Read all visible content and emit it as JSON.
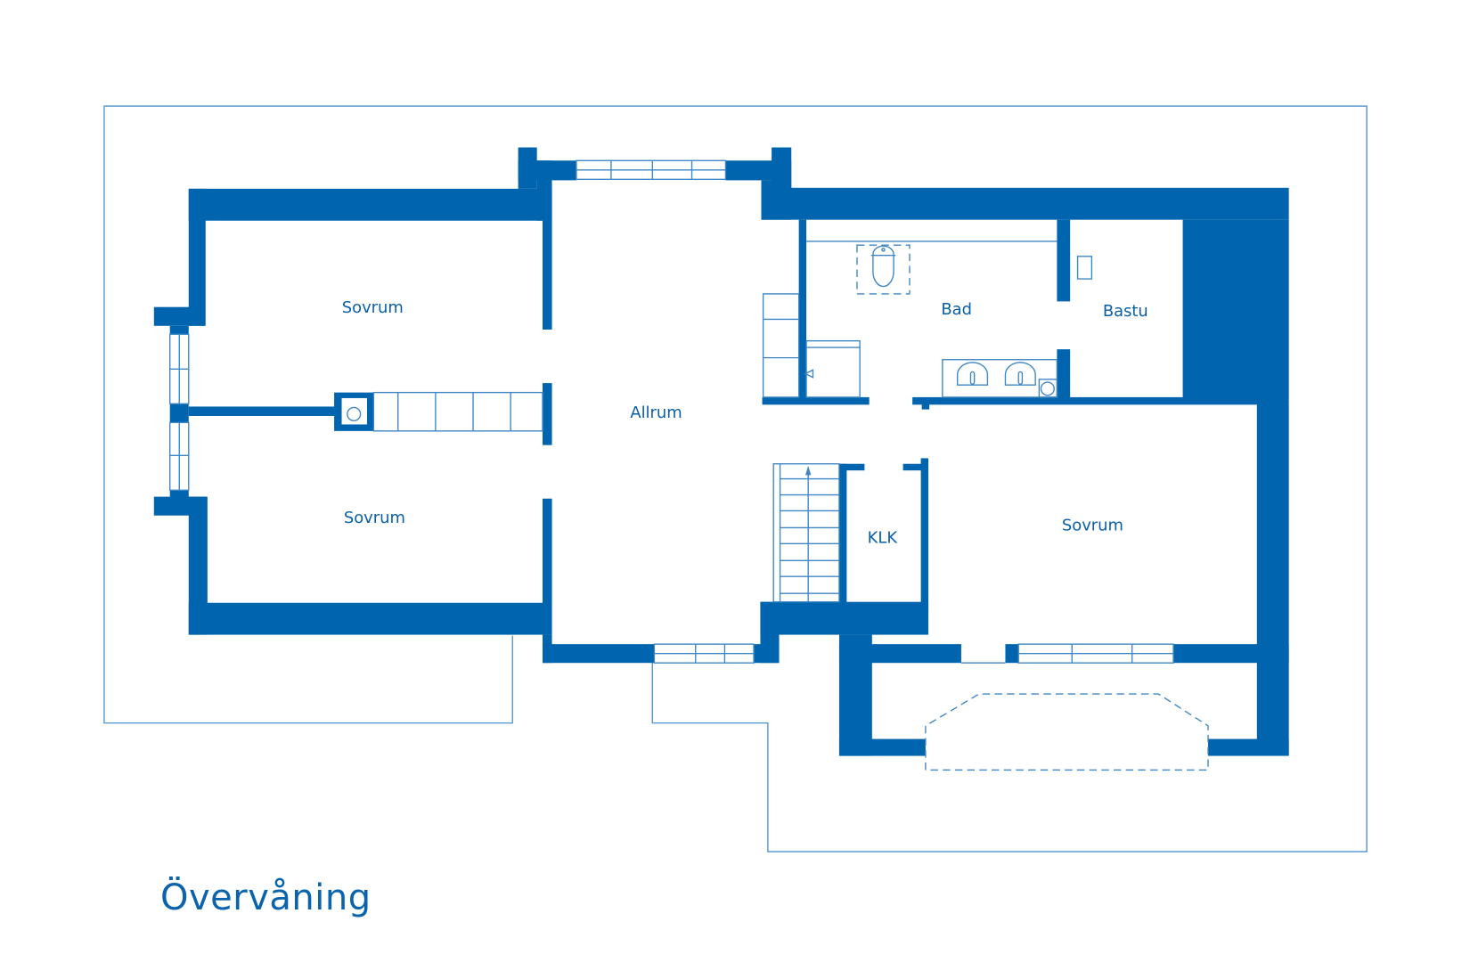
{
  "plan": {
    "title": "Övervåning",
    "colors": {
      "wall": "#0065ae",
      "line": "#3f86c4",
      "text": "#0a5fa8",
      "background": "#ffffff"
    },
    "rooms": [
      {
        "name": "Sovrum",
        "position": "upper-left"
      },
      {
        "name": "Sovrum",
        "position": "lower-left"
      },
      {
        "name": "Allrum",
        "position": "center"
      },
      {
        "name": "Bad",
        "position": "upper-right-left"
      },
      {
        "name": "Bastu",
        "position": "upper-right"
      },
      {
        "name": "KLK",
        "position": "center-right"
      },
      {
        "name": "Sovrum",
        "position": "lower-right"
      }
    ],
    "fixtures": [
      "toilet",
      "double-sink",
      "shower",
      "stairs",
      "chimney",
      "sauna-heater",
      "closets"
    ]
  }
}
